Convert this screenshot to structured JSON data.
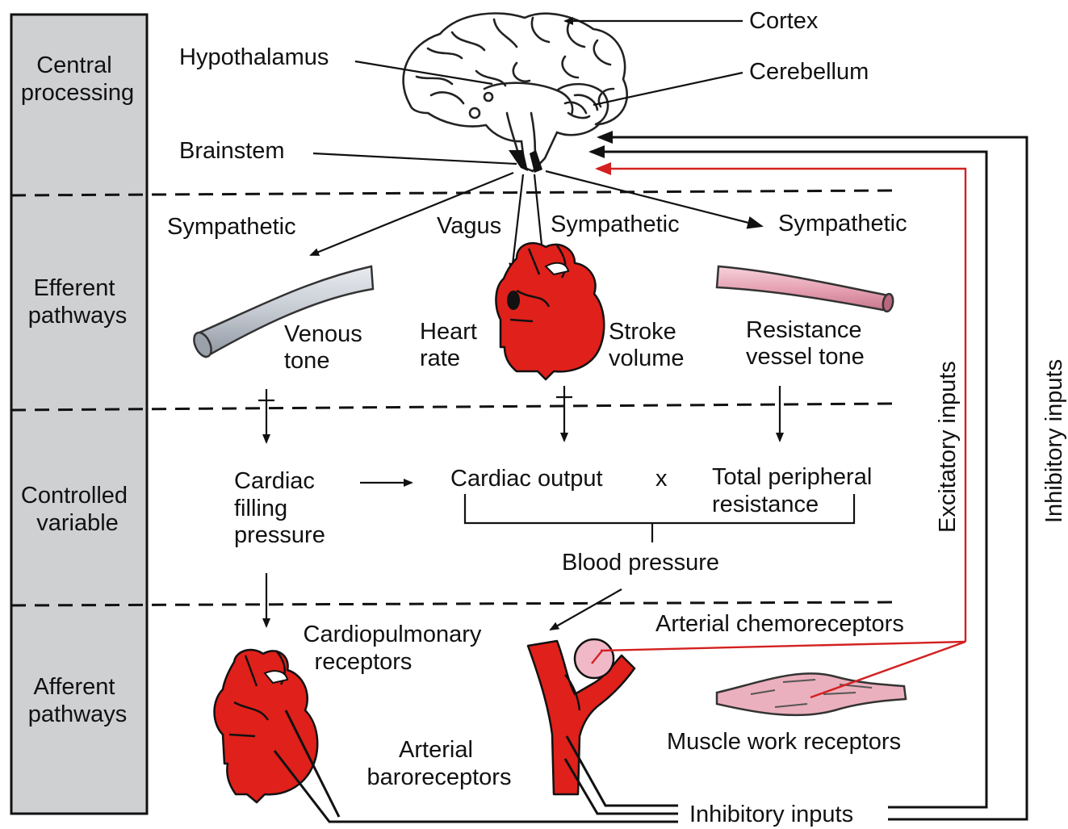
{
  "sidebar": {
    "central": [
      "Central",
      "processing"
    ],
    "efferent": [
      "Efferent",
      "pathways"
    ],
    "controlled": [
      "Controlled",
      "variable"
    ],
    "afferent": [
      "Afferent",
      "pathways"
    ]
  },
  "brain_labels": {
    "cortex": "Cortex",
    "cerebellum": "Cerebellum",
    "hypothalamus": "Hypothalamus",
    "brainstem": "Brainstem"
  },
  "efferent_nerves": {
    "sympathetic_left": "Sympathetic",
    "vagus": "Vagus",
    "sympathetic_middle": "Sympathetic",
    "sympathetic_right": "Sympathetic"
  },
  "effectors": {
    "venous_tone": [
      "Venous",
      "tone"
    ],
    "heart_rate": [
      "Heart",
      "rate"
    ],
    "stroke_volume": [
      "Stroke",
      "volume"
    ],
    "resistance_vessel_tone": [
      "Resistance",
      "vessel tone"
    ]
  },
  "controlled": {
    "cardiac_filling_pressure": [
      "Cardiac",
      "filling",
      "pressure"
    ],
    "cardiac_output": "Cardiac output",
    "times_sign": "x",
    "total_peripheral_resistance": [
      "Total peripheral",
      "resistance"
    ],
    "blood_pressure": "Blood pressure"
  },
  "afferent": {
    "cardiopulmonary_receptors": [
      "Cardiopulmonary",
      "receptors"
    ],
    "arterial_chemoreceptors": "Arterial chemoreceptors",
    "arterial_baroreceptors": [
      "Arterial",
      "baroreceptors"
    ],
    "muscle_work_receptors": "Muscle work receptors",
    "inhibitory_inputs_bottom": "Inhibitory inputs"
  },
  "feedback_labels": {
    "excitatory_inputs": "Excitatory inputs",
    "inhibitory_inputs": "Inhibitory inputs"
  },
  "colors": {
    "sidebar_fill": "#cfd0d2",
    "organ_red": "#e0201a",
    "excitatory_red": "#d42020",
    "vein_grey": "#c7ccd3",
    "artery_pink": "#e7a3b4"
  }
}
